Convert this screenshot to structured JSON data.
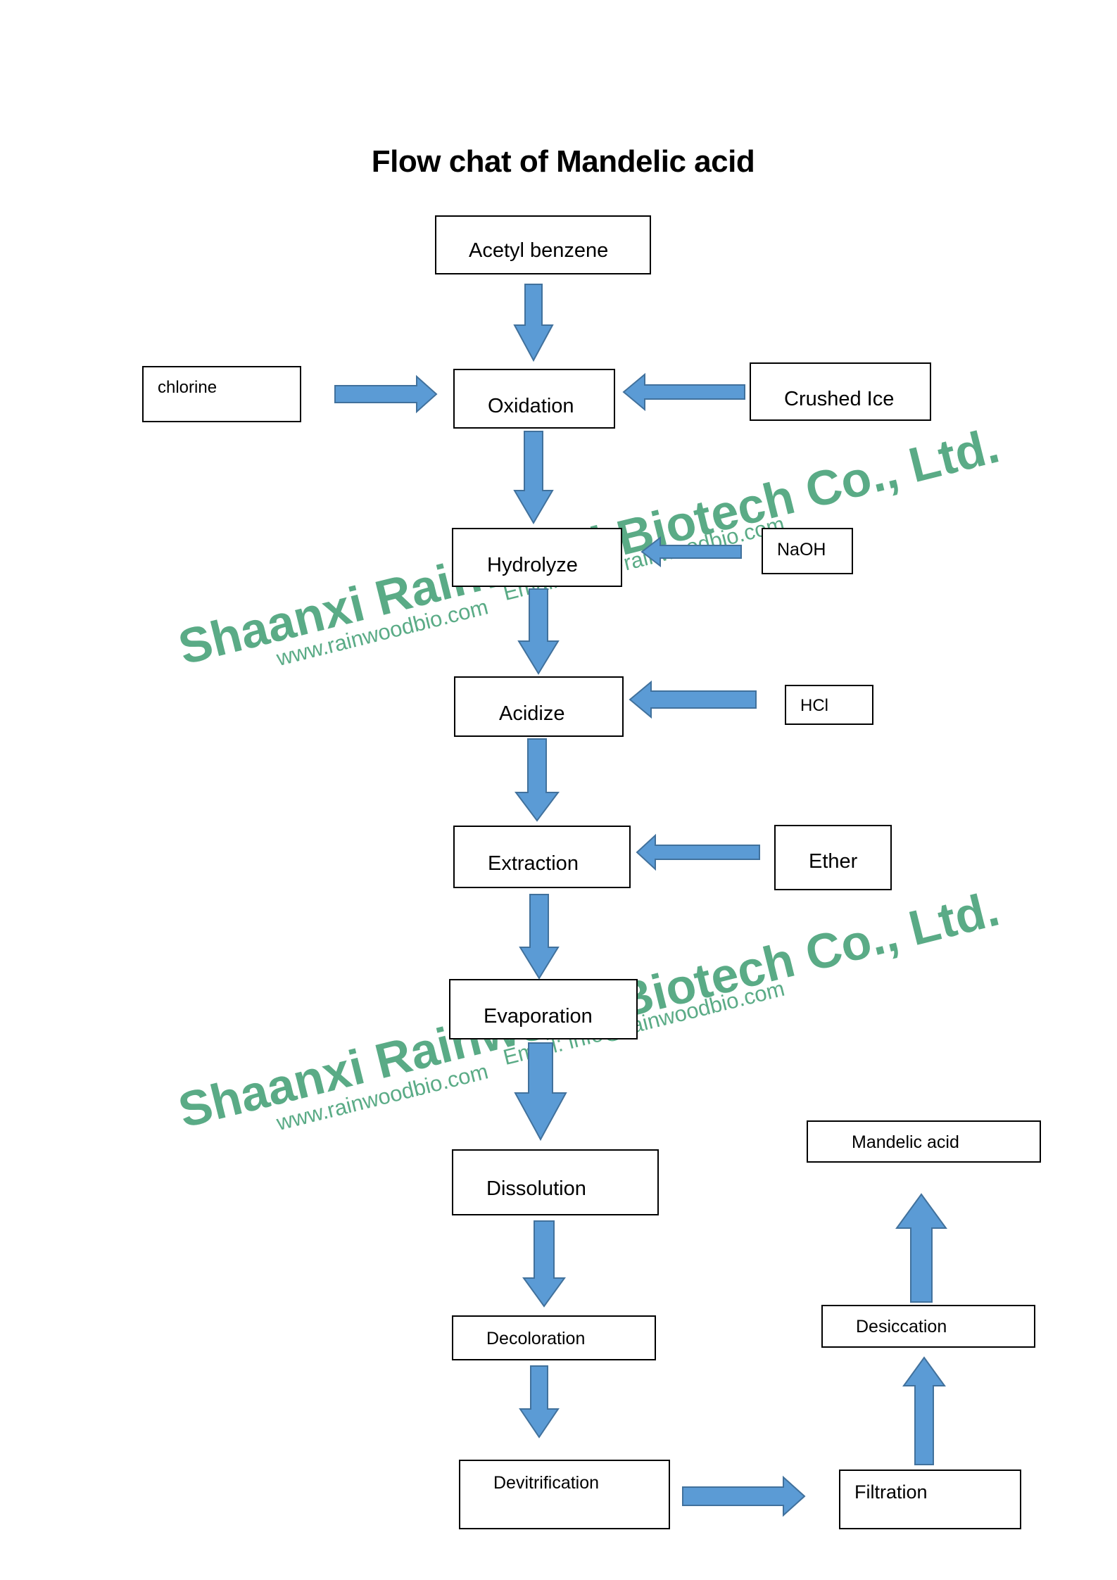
{
  "title": "Flow chat of Mandelic acid",
  "nodes": {
    "acetyl_benzene": "Acetyl benzene",
    "chlorine": "chlorine",
    "oxidation": "Oxidation",
    "crushed_ice": "Crushed Ice",
    "hydrolyze": "Hydrolyze",
    "naoh": "NaOH",
    "acidize": "Acidize",
    "hcl": "HCl",
    "extraction": "Extraction",
    "ether": "Ether",
    "evaporation": "Evaporation",
    "dissolution": "Dissolution",
    "decoloration": "Decoloration",
    "devitrification": "Devitrification",
    "filtration": "Filtration",
    "desiccation": "Desiccation",
    "mandelic_acid": "Mandelic acid"
  },
  "edges": [
    {
      "from": "acetyl_benzene",
      "to": "oxidation"
    },
    {
      "from": "chlorine",
      "to": "oxidation"
    },
    {
      "from": "crushed_ice",
      "to": "oxidation"
    },
    {
      "from": "oxidation",
      "to": "hydrolyze"
    },
    {
      "from": "naoh",
      "to": "hydrolyze"
    },
    {
      "from": "hydrolyze",
      "to": "acidize"
    },
    {
      "from": "hcl",
      "to": "acidize"
    },
    {
      "from": "acidize",
      "to": "extraction"
    },
    {
      "from": "ether",
      "to": "extraction"
    },
    {
      "from": "extraction",
      "to": "evaporation"
    },
    {
      "from": "evaporation",
      "to": "dissolution"
    },
    {
      "from": "dissolution",
      "to": "decoloration"
    },
    {
      "from": "decoloration",
      "to": "devitrification"
    },
    {
      "from": "devitrification",
      "to": "filtration"
    },
    {
      "from": "filtration",
      "to": "desiccation"
    },
    {
      "from": "desiccation",
      "to": "mandelic_acid"
    }
  ],
  "colors": {
    "arrow_fill": "#5b9bd5",
    "arrow_stroke": "#41719c",
    "watermark": "#5aab86"
  },
  "watermark": {
    "company": "Shaanxi Rainwood Biotech Co., Ltd.",
    "website": "www.rainwoodbio.com",
    "email": "Email: info@rainwoodbio.com"
  }
}
